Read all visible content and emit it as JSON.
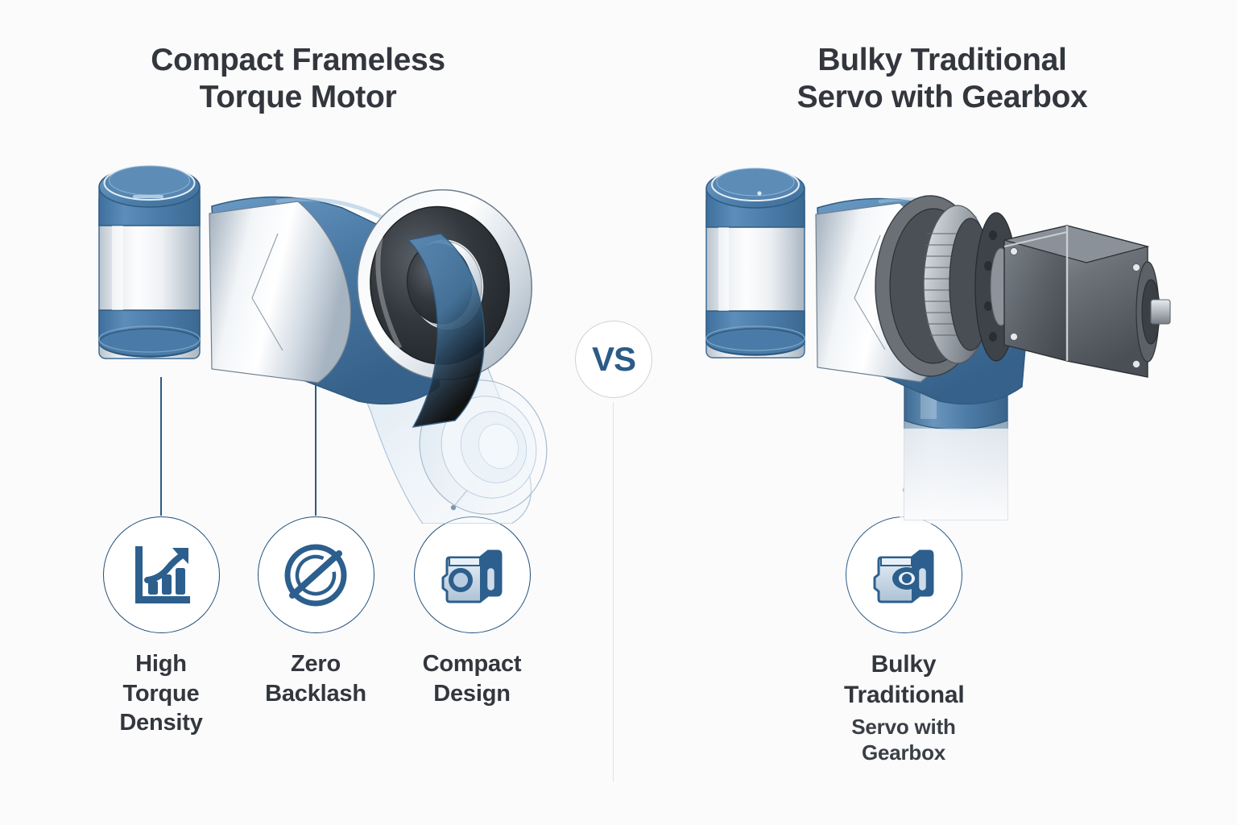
{
  "meta": {
    "background": "#fbfbfc",
    "accent_blue": "#2b5b86",
    "accent_navy": "#1f4e79",
    "robot_blue": "#4a7ba8",
    "gearbox_gray": "#585d63",
    "text_dark": "#33373d"
  },
  "panels": {
    "left": {
      "title_line1": "Compact Frameless",
      "title_line2": "Torque Motor",
      "features": [
        {
          "icon": "bar-chart-growth-icon",
          "label_line1": "High",
          "label_line2": "Torque",
          "label_line3": "Density"
        },
        {
          "icon": "no-backlash-icon",
          "label_line1": "Zero",
          "label_line2": "Backlash",
          "label_line3": ""
        },
        {
          "icon": "compact-motor-icon",
          "label_line1": "Compact",
          "label_line2": "Design",
          "label_line3": ""
        }
      ]
    },
    "right": {
      "title_line1": "Bulky Traditional",
      "title_line2": "Servo with Gearbox",
      "features": [
        {
          "icon": "bulky-servo-icon",
          "label_line1": "Bulky",
          "label_line2": "Traditional",
          "label_sub": "Servo with Gearbox"
        }
      ]
    }
  },
  "comparator": {
    "label": "VS"
  }
}
